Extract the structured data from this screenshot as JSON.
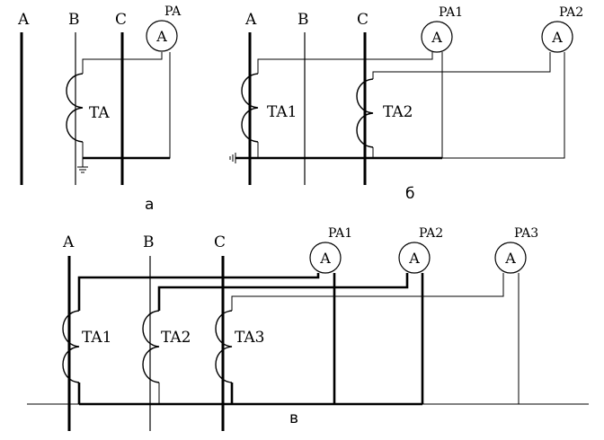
{
  "diagrams": {
    "a": {
      "caption": "а",
      "phases": [
        "A",
        "B",
        "C"
      ],
      "transformers": [
        "TA"
      ],
      "meters": [
        {
          "label": "PA",
          "symbol": "A"
        }
      ]
    },
    "b": {
      "caption": "б",
      "phases": [
        "A",
        "B",
        "C"
      ],
      "transformers": [
        "TA1",
        "TA2"
      ],
      "meters": [
        {
          "label": "PA1",
          "symbol": "A"
        },
        {
          "label": "PA2",
          "symbol": "A"
        }
      ]
    },
    "c": {
      "caption": "в",
      "phases": [
        "A",
        "B",
        "C"
      ],
      "transformers": [
        "TA1",
        "TA2",
        "TA3"
      ],
      "meters": [
        {
          "label": "PA1",
          "symbol": "A"
        },
        {
          "label": "PA2",
          "symbol": "A"
        },
        {
          "label": "PA3",
          "symbol": "A"
        }
      ]
    }
  }
}
